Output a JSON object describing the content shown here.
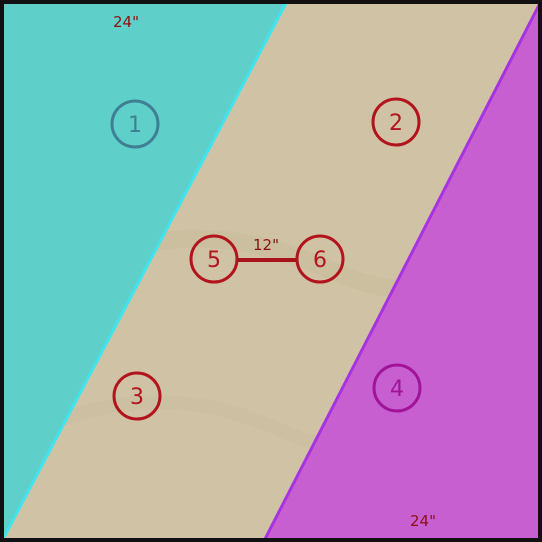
{
  "diagram": {
    "labels": {
      "top_measurement": "24\"",
      "bottom_measurement": "24\"",
      "connector_measurement": "12\""
    },
    "regions": [
      {
        "id": "1",
        "label": "1",
        "fill": "#5fcfc9",
        "edge": "#3fe4ee",
        "marker_color": "#3f7f94"
      },
      {
        "id": "2",
        "label": "2",
        "fill": "#d0c3a5",
        "marker_color": "#b3131c"
      },
      {
        "id": "3",
        "label": "3",
        "fill": "#d0c3a5",
        "marker_color": "#b3131c"
      },
      {
        "id": "4",
        "label": "4",
        "fill": "#c85fd1",
        "edge": "#a733e0",
        "marker_color": "#a0149a"
      }
    ],
    "points": [
      {
        "id": "5",
        "label": "5",
        "marker_color": "#b3131c"
      },
      {
        "id": "6",
        "label": "6",
        "marker_color": "#b3131c"
      }
    ],
    "colors": {
      "background_tan": "#d0c3a5",
      "border": "#111111",
      "measure_text": "#8a1111",
      "connector": "#a8121a"
    }
  }
}
